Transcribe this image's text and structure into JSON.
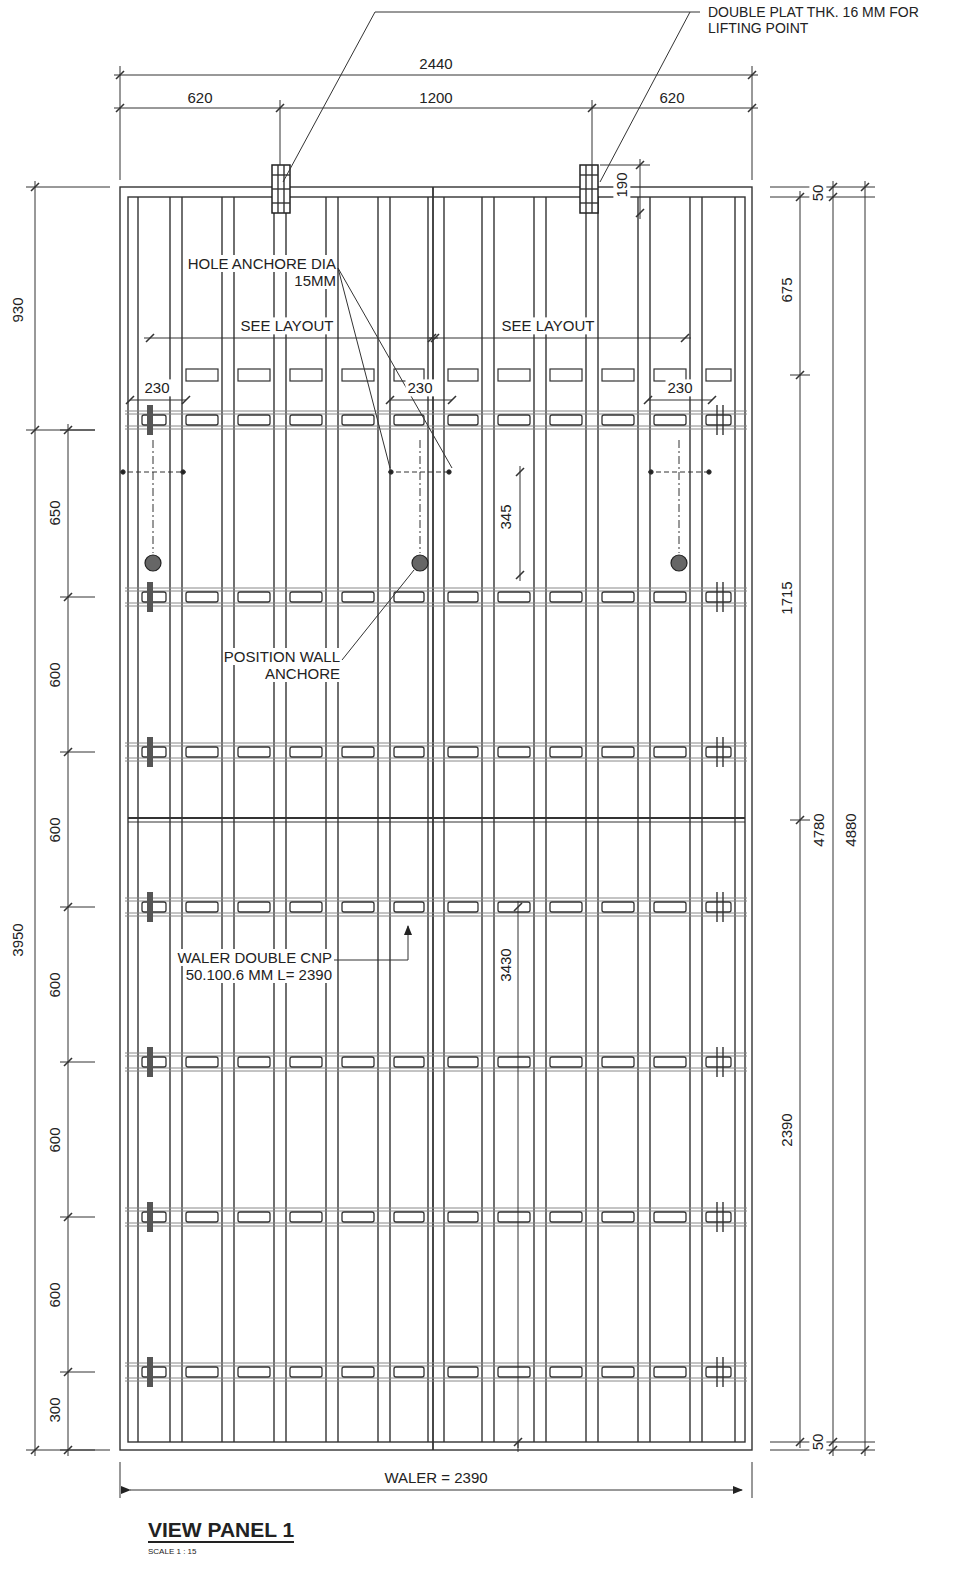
{
  "diagram": {
    "title": "VIEW PANEL 1",
    "caption": "SCALE 1 : 15",
    "labels": [
      "DOUBLE PLAT THK. 16 MM FOR LIFTING POINT",
      "2440",
      "620",
      "1200",
      "620",
      "190",
      "HOLE ANCHORE DIA 15MM",
      "SEE LAYOUT",
      "SEE LAYOUT",
      "230",
      "230",
      "230",
      "345",
      "POSITION WALL ANCHORE",
      "WALER DOUBLE CNP 50.100.6 MM L= 2390",
      "3430",
      "WALER = 2390",
      "930",
      "650",
      "600",
      "600",
      "600",
      "600",
      "600",
      "300",
      "3950",
      "50",
      "675",
      "1715",
      "4780",
      "4880",
      "2390",
      "50"
    ]
  }
}
